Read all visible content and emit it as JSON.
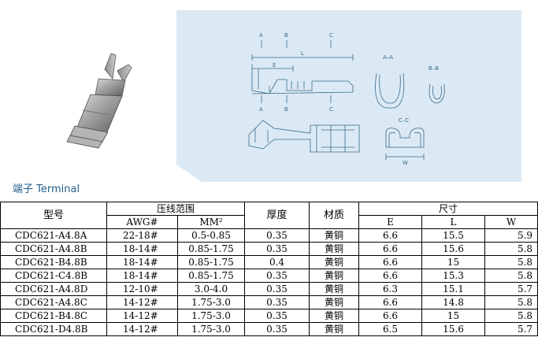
{
  "section_heading": {
    "chinese": "端子",
    "english": "Terminal"
  },
  "drawing_labels": {
    "a": "A",
    "b": "B",
    "c": "C",
    "e": "E",
    "l": "L",
    "aa": "A–A",
    "bb": "B–B",
    "cc": "C–C",
    "w": "W"
  },
  "table": {
    "headers": {
      "model": "型号",
      "wire_range": "压线范围",
      "awg": "AWG#",
      "mm2": "MM²",
      "thickness": "厚度",
      "material": "材质",
      "size": "尺寸",
      "e": "E",
      "l": "L",
      "w": "W"
    },
    "rows": [
      {
        "model": "CDC621-A4.8A",
        "awg": "22-18#",
        "mm2": "0.5-0.85",
        "thickness": "0.35",
        "material": "黄铜",
        "e": "6.6",
        "l": "15.5",
        "w": "5.9"
      },
      {
        "model": "CDC621-A4.8B",
        "awg": "18-14#",
        "mm2": "0.85-1.75",
        "thickness": "0.35",
        "material": "黄铜",
        "e": "6.6",
        "l": "15.6",
        "w": "5.8"
      },
      {
        "model": "CDC621-B4.8B",
        "awg": "18-14#",
        "mm2": "0.85-1.75",
        "thickness": "0.4",
        "material": "黄铜",
        "e": "6.6",
        "l": "15",
        "w": "5.8"
      },
      {
        "model": "CDC621-C4.8B",
        "awg": "18-14#",
        "mm2": "0.85-1.75",
        "thickness": "0.35",
        "material": "黄铜",
        "e": "6.6",
        "l": "15.3",
        "w": "5.8"
      },
      {
        "model": "CDC621-A4.8D",
        "awg": "12-10#",
        "mm2": "3.0-4.0",
        "thickness": "0.35",
        "material": "黄铜",
        "e": "6.3",
        "l": "15.1",
        "w": "5.7"
      },
      {
        "model": "CDC621-A4.8C",
        "awg": "14-12#",
        "mm2": "1.75-3.0",
        "thickness": "0.35",
        "material": "黄铜",
        "e": "6.6",
        "l": "14.8",
        "w": "5.8"
      },
      {
        "model": "CDC621-B4.8C",
        "awg": "14-12#",
        "mm2": "1.75-3.0",
        "thickness": "0.35",
        "material": "黄铜",
        "e": "6.6",
        "l": "15",
        "w": "5.8"
      },
      {
        "model": "CDC621-D4.8B",
        "awg": "14-12#",
        "mm2": "1.75-3.0",
        "thickness": "0.35",
        "material": "黄铜",
        "e": "6.5",
        "l": "15.6",
        "w": "5.7"
      }
    ]
  },
  "colors": {
    "panel_background": "#dbe9f4",
    "heading_color": "#1f5f8b",
    "drawing_ink": "#3b6a8a"
  }
}
